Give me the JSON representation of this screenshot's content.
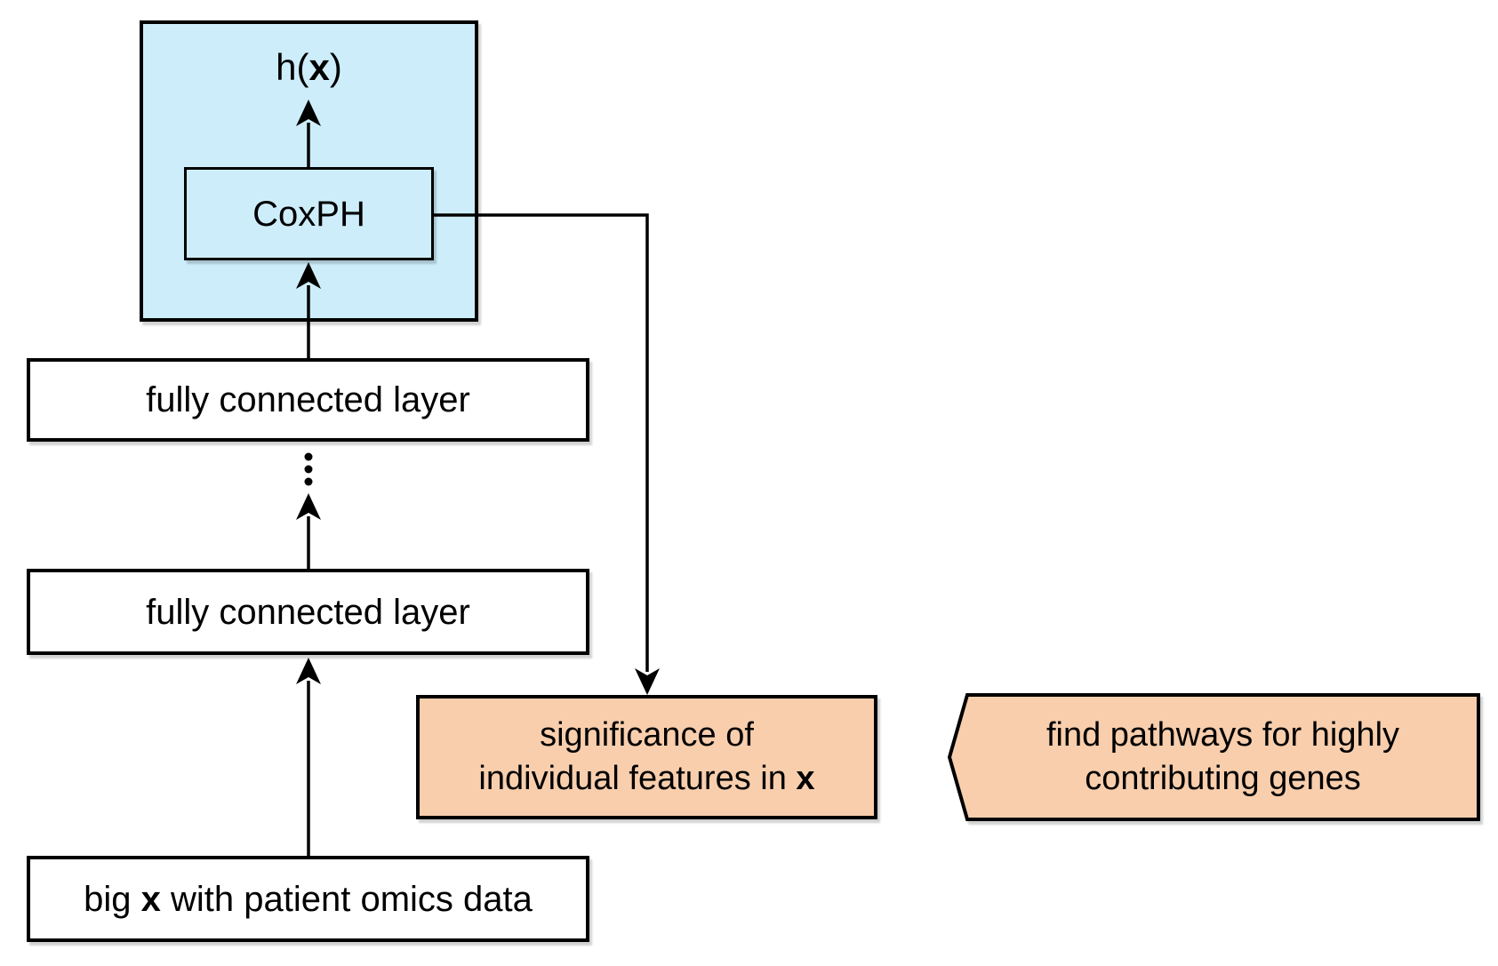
{
  "colors": {
    "module_fill": "#CDEDFB",
    "highlight_fill": "#F8CEAD",
    "stroke": "#000000"
  },
  "nodes": {
    "output_label": {
      "prefix": "h(",
      "bold": "x",
      "suffix": ")"
    },
    "coxph": {
      "label": "CoxPH"
    },
    "fc_top": {
      "label": "fully connected layer"
    },
    "fc_bottom": {
      "label": "fully connected layer"
    },
    "input": {
      "prefix": "big ",
      "bold": "x",
      "suffix": " with patient omics data"
    },
    "significance": {
      "line1": "significance of",
      "line2_prefix": "individual features in ",
      "line2_bold": "x"
    },
    "pathways": {
      "line1": "find pathways for highly",
      "line2": "contributing genes"
    }
  }
}
